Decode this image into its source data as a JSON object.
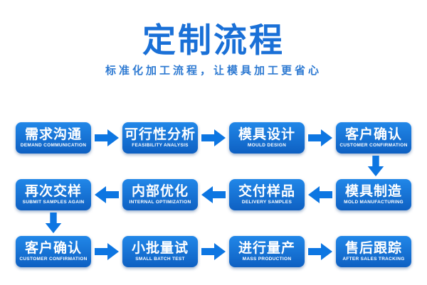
{
  "header": {
    "title": "定制流程",
    "subtitle": "标准化加工流程，让模具加工更省心"
  },
  "colors": {
    "title_blue": "#1a70d7",
    "subtitle_blue": "#2e7ad2",
    "box_gradient_top": "#2187e8",
    "box_gradient_bottom": "#0e60c2",
    "arrow_blue": "#0d76e2",
    "box_text": "#ffffff",
    "background": "#ffffff"
  },
  "flow": {
    "rows": [
      {
        "direction": "right",
        "boxes": [
          {
            "zh": "需求沟通",
            "en": "DEMAND COMMUNICATION"
          },
          {
            "zh": "可行性分析",
            "en": "FEASIBILITY ANALYSIS"
          },
          {
            "zh": "模具设计",
            "en": "MOULD DESIGN"
          },
          {
            "zh": "客户确认",
            "en": "CUSTOMER CONFIRMATION"
          }
        ]
      },
      {
        "direction": "left",
        "boxes": [
          {
            "zh": "再次交样",
            "en": "SUBMIT SAMPLES AGAIN"
          },
          {
            "zh": "内部优化",
            "en": "INTERNAL OPTIMIZATION"
          },
          {
            "zh": "交付样品",
            "en": "DELIVERY SAMPLES"
          },
          {
            "zh": "模具制造",
            "en": "MOLD MANUFACTURING"
          }
        ]
      },
      {
        "direction": "right",
        "boxes": [
          {
            "zh": "客户确认",
            "en": "CUSTOMER CONFIRMATION"
          },
          {
            "zh": "小批量试",
            "en": "SMALL BATCH TEST"
          },
          {
            "zh": "进行量产",
            "en": "MASS PRODUCTION"
          },
          {
            "zh": "售后跟踪",
            "en": "AFTER SALES TRACKING"
          }
        ]
      }
    ],
    "connectors": [
      {
        "position": "right-column",
        "direction": "down"
      },
      {
        "position": "left-column",
        "direction": "down"
      }
    ]
  }
}
